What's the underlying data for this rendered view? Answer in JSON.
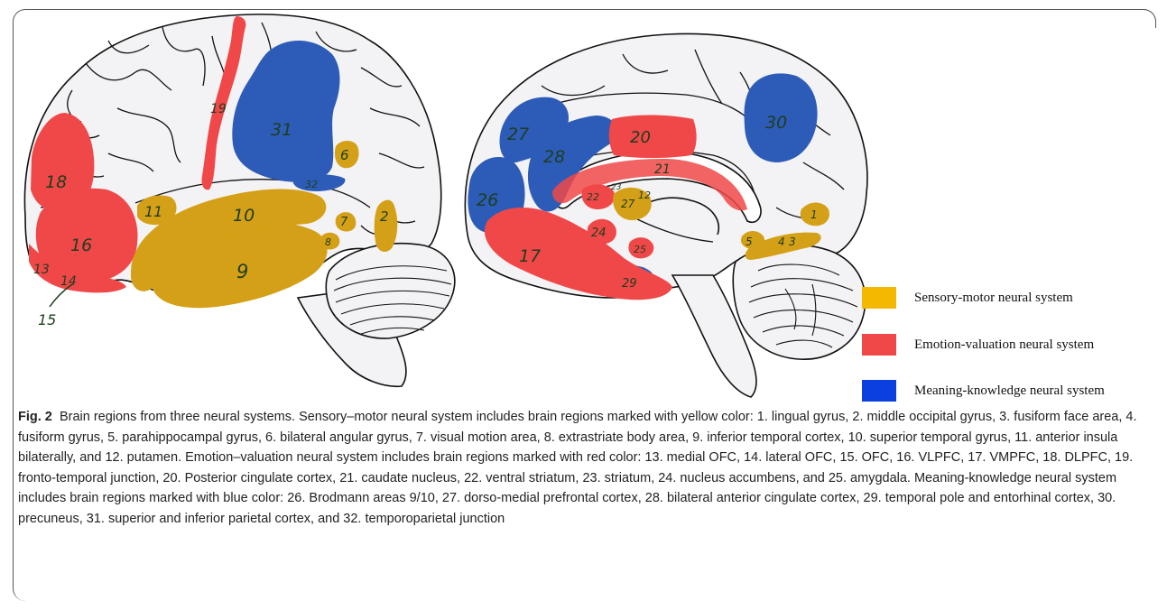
{
  "colors": {
    "sensory_motor": "#D4A017",
    "emotion_valuation": "#F04848",
    "meaning_knowledge": "#2D5CB8",
    "brain_fill": "#F3F2F4",
    "outline": "#111111",
    "label_ink": "#1e3d1e"
  },
  "region_labels": {
    "r1": "1",
    "r2": "2",
    "r3": "3",
    "r4": "4",
    "r5": "5",
    "r6": "6",
    "r7": "7",
    "r8": "8",
    "r9": "9",
    "r10": "10",
    "r11": "11",
    "r12": "12",
    "r13": "13",
    "r14": "14",
    "r15": "15",
    "r16": "16",
    "r17": "17",
    "r18": "18",
    "r19": "19",
    "r20": "20",
    "r21": "21",
    "r22": "22",
    "r23": "23",
    "r24": "24",
    "r25": "25",
    "r26": "26",
    "r27": "27",
    "r28": "28",
    "r29": "29",
    "r30": "30",
    "r31": "31",
    "r32": "32"
  },
  "legend": [
    {
      "label": "Sensory-motor neural system",
      "color": "#F5B800"
    },
    {
      "label": "Emotion-valuation neural system",
      "color": "#F04848"
    },
    {
      "label": "Meaning-knowledge neural system",
      "color": "#0B3FE0"
    }
  ],
  "caption": {
    "fig_label": "Fig. 2",
    "text": "Brain regions from three neural systems. Sensory–motor neural system includes brain regions marked with yellow color: 1. lingual gyrus, 2. middle occipital gyrus, 3. fusiform face area, 4. fusiform gyrus, 5. parahippocampal gyrus, 6. bilateral angular gyrus, 7. visual motion area, 8. extrastriate body area, 9. inferior temporal cortex, 10. superior temporal gyrus, 11. anterior insula bilaterally, and 12. putamen. Emotion–valuation neural system includes brain regions marked with red color: 13. medial OFC, 14. lateral OFC, 15. OFC, 16. VLPFC, 17. VMPFC, 18. DLPFC, 19. fronto-temporal junction, 20. Posterior cingulate cortex, 21. caudate nucleus, 22. ventral striatum, 23. striatum, 24. nucleus accumbens, and 25. amygdala. Meaning-knowledge neural system includes brain regions marked with blue color: 26. Brodmann areas 9/10, 27. dorso-medial prefrontal cortex, 28. bilateral anterior cingulate cortex, 29. temporal pole and entorhinal cortex, 30. precuneus, 31. superior and inferior parietal cortex, and 32. temporoparietal junction"
  }
}
